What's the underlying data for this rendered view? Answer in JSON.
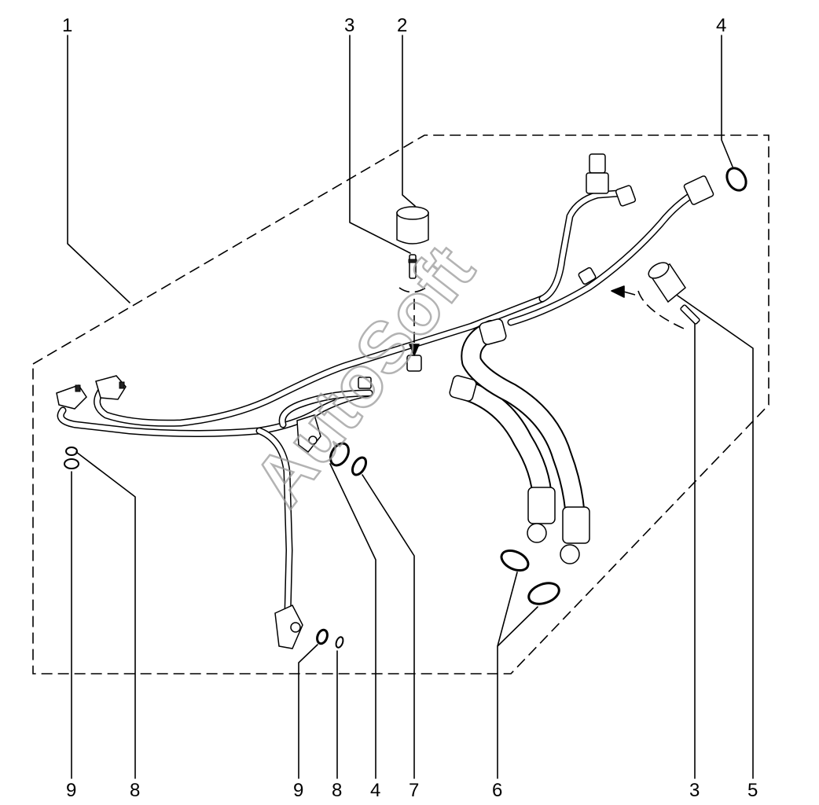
{
  "watermark": "AutoSoft",
  "callouts": {
    "top": [
      {
        "id": "top-1",
        "text": "1"
      },
      {
        "id": "top-3",
        "text": "3"
      },
      {
        "id": "top-2",
        "text": "2"
      },
      {
        "id": "top-4",
        "text": "4"
      }
    ],
    "bottom": [
      {
        "id": "bottom-9a",
        "text": "9"
      },
      {
        "id": "bottom-8a",
        "text": "8"
      },
      {
        "id": "bottom-9b",
        "text": "9"
      },
      {
        "id": "bottom-8b",
        "text": "8"
      },
      {
        "id": "bottom-4",
        "text": "4"
      },
      {
        "id": "bottom-7",
        "text": "7"
      },
      {
        "id": "bottom-6",
        "text": "6"
      },
      {
        "id": "bottom-3",
        "text": "3"
      },
      {
        "id": "bottom-5",
        "text": "5"
      }
    ]
  }
}
